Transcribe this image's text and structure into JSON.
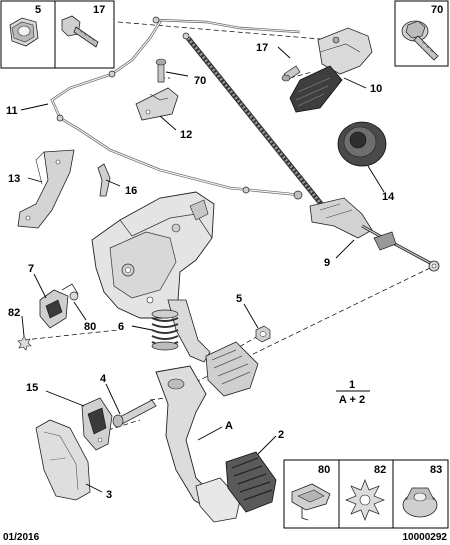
{
  "inset_boxes": {
    "top_left": [
      {
        "label": "5",
        "icon": "nut-icon"
      },
      {
        "label": "17",
        "icon": "bolt-icon"
      }
    ],
    "top_right": {
      "label": "70",
      "icon": "flange-bolt-icon"
    },
    "bottom_right": [
      {
        "label": "80",
        "icon": "clip-icon"
      },
      {
        "label": "82",
        "icon": "star-washer-icon"
      },
      {
        "label": "83",
        "icon": "push-nut-icon"
      }
    ]
  },
  "callouts": {
    "c17": "17",
    "c70": "70",
    "c10": "10",
    "c11": "11",
    "c12": "12",
    "c13": "13",
    "c16": "16",
    "c14": "14",
    "c9": "9",
    "c7": "7",
    "c82": "82",
    "c80": "80",
    "c5": "5",
    "c6": "6",
    "c4": "4",
    "c15": "15",
    "c3": "3",
    "cA": "A",
    "c2": "2"
  },
  "equation": {
    "numerator": "1",
    "denominator": "A + 2"
  },
  "footer": {
    "date": "01/2016",
    "doc_number": "10000292"
  },
  "colors": {
    "line": "#000000",
    "part_fill": "#e6e6e6",
    "part_shade": "#9a9a9a",
    "dark": "#3a3a3a"
  }
}
